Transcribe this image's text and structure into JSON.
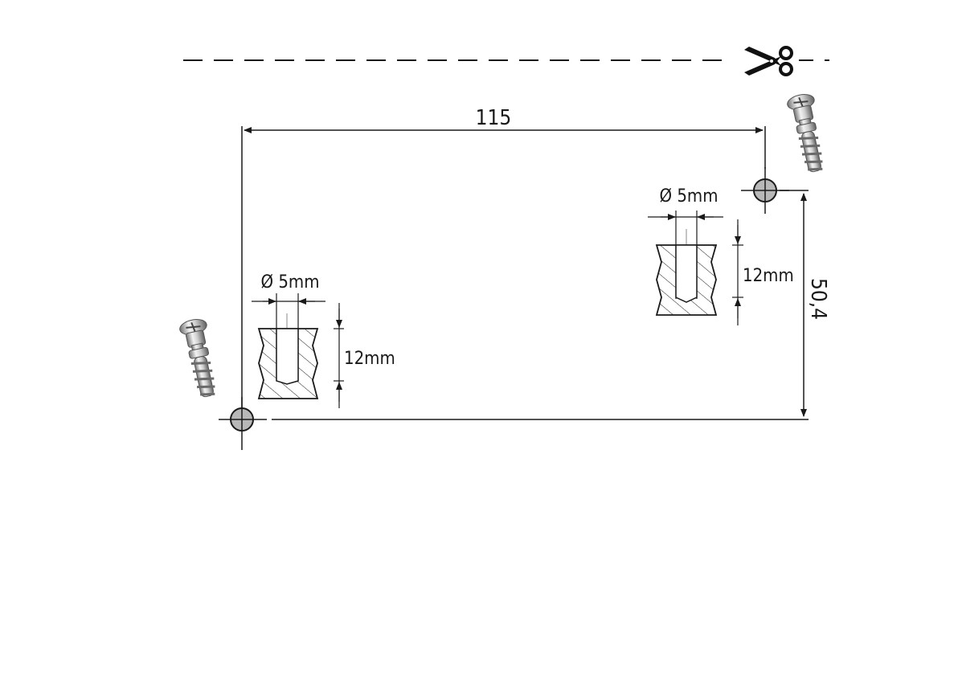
{
  "cut_line": {
    "icon": "scissors-icon"
  },
  "dimensions": {
    "horizontal_spacing": "115",
    "vertical_spacing": "50,4"
  },
  "holes": [
    {
      "id": "left",
      "diameter_label": "Ø 5mm",
      "depth_label": "12mm"
    },
    {
      "id": "right",
      "diameter_label": "Ø 5mm",
      "depth_label": "12mm"
    }
  ],
  "fittings": {
    "icon": "cam-dowel-screw-icon",
    "count": 2
  },
  "colors": {
    "line": "#1a1a1a",
    "hole_fill": "#b8b8b8",
    "metal_light": "#e6e6e6",
    "metal_dark": "#7a7a7a"
  }
}
